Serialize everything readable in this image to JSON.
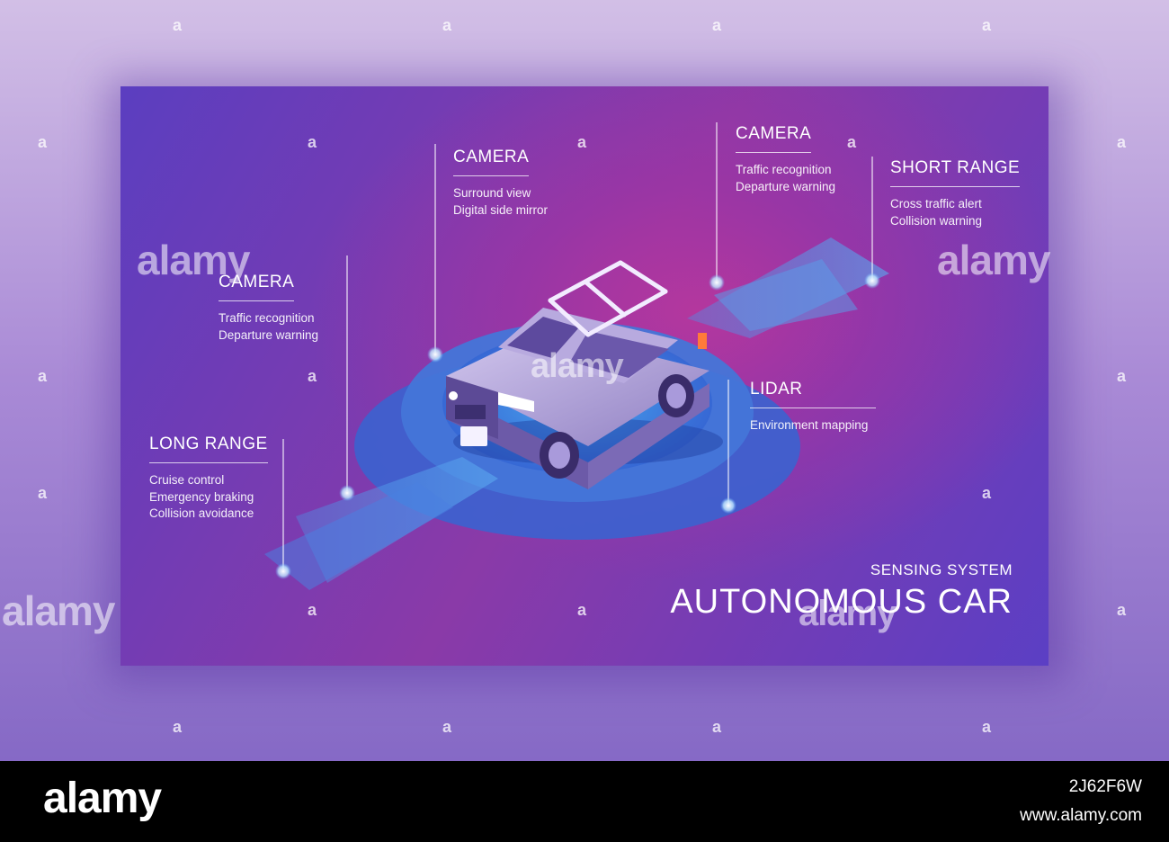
{
  "blocks": {
    "camera_left": {
      "title": "CAMERA",
      "lines": [
        "Traffic recognition",
        "Departure warning"
      ]
    },
    "camera_center": {
      "title": "CAMERA",
      "lines": [
        "Surround view",
        "Digital side mirror"
      ]
    },
    "camera_right": {
      "title": "CAMERA",
      "lines": [
        "Traffic recognition",
        "Departure warning"
      ]
    },
    "short_range": {
      "title": "SHORT RANGE",
      "lines": [
        "Cross traffic alert",
        "Collision warning"
      ]
    },
    "long_range": {
      "title": "LONG RANGE",
      "lines": [
        "Cruise control",
        "Emergency braking",
        "Collision avoidance"
      ]
    },
    "lidar": {
      "title": "LIDAR",
      "lines": [
        "Environment mapping"
      ]
    }
  },
  "heading": {
    "subtitle": "SENSING SYSTEM",
    "title": "AUTONOMOUS CAR"
  },
  "watermark": {
    "text": "alamy"
  },
  "footer": {
    "logo": "alamy",
    "image_id": "2J62F6W",
    "url": "www.alamy.com"
  },
  "colors": {
    "background": "#a98ad6",
    "panel": "#7a3fb4",
    "radar": "#3f78d6",
    "car": "#a89ad0",
    "text": "#ffffff"
  }
}
